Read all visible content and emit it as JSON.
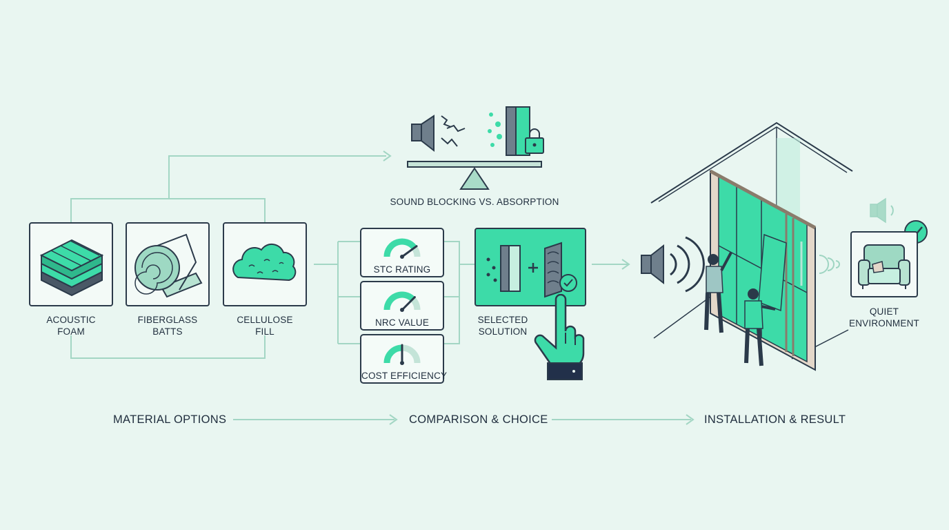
{
  "phases": {
    "material_options": "MATERIAL OPTIONS",
    "comparison_choice": "COMPARISON & CHOICE",
    "installation_result": "INSTALLATION & RESULT"
  },
  "materials": [
    {
      "line1": "ACOUSTIC",
      "line2": "FOAM"
    },
    {
      "line1": "FIBERGLASS",
      "line2": "BATTS"
    },
    {
      "line1": "CELLULOSE",
      "line2": "FILL"
    }
  ],
  "balance_label": "SOUND BLOCKING VS. ABSORPTION",
  "metrics": [
    {
      "label": "STC RATING",
      "level": 0.8
    },
    {
      "label": "NRC VALUE",
      "level": 0.75
    },
    {
      "label": "COST EFFICIENCY",
      "level": 0.5
    }
  ],
  "selected": {
    "line1": "SELECTED",
    "line2": "SOLUTION"
  },
  "result": {
    "line1": "QUIET",
    "line2": "ENVIRONMENT"
  },
  "colors": {
    "accent": "#3ddba8",
    "ink": "#2b3a4a",
    "line": "#9fd5c2",
    "background": "#e9f6f1"
  }
}
